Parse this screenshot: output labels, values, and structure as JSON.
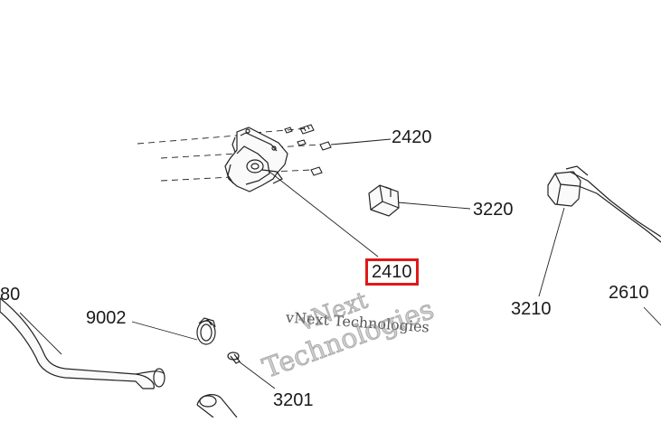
{
  "callouts": {
    "c2420": "2420",
    "c3220": "3220",
    "c2410": "2410",
    "c3210": "3210",
    "c2610": "2610",
    "c9002": "9002",
    "c3201": "3201",
    "c_edge": "80"
  },
  "highlight_color": "#e01818",
  "watermark": {
    "line_small": "vNext Technologies",
    "line_big_1": "vNext",
    "line_big_2": "Technologies"
  }
}
